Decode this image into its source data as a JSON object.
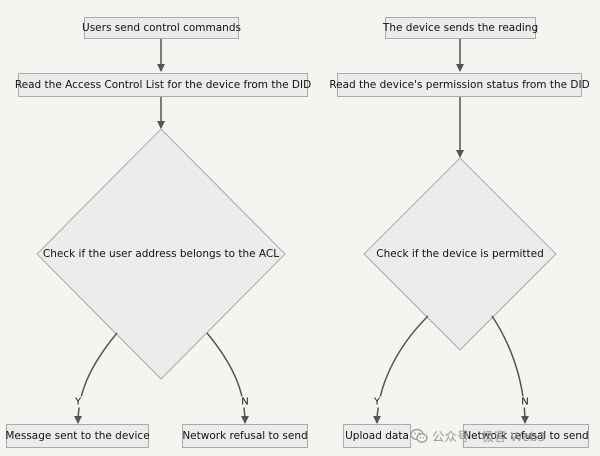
{
  "left_flow": {
    "start": "Users send control commands",
    "read_acl": "Read the Access Control List for the device from the DID",
    "decision": "Check if the user address belongs to the ACL",
    "yes_label": "Y",
    "no_label": "N",
    "yes_result": "Message sent to the device",
    "no_result": "Network refusal to send"
  },
  "right_flow": {
    "start": "The device sends the reading",
    "read_status": "Read the device's permission status from the DID",
    "decision": "Check if the device is permitted",
    "yes_label": "Y",
    "no_label": "N",
    "yes_result": "Upload data",
    "no_result": "Network refusal to send"
  },
  "watermark": {
    "text": "公众号 · 极客 Web3",
    "icon": "wechat-icon"
  },
  "colors": {
    "background": "#f5f4f0",
    "node_fill": "#ececec",
    "node_border": "#aaaaaa",
    "edge": "#555555"
  }
}
